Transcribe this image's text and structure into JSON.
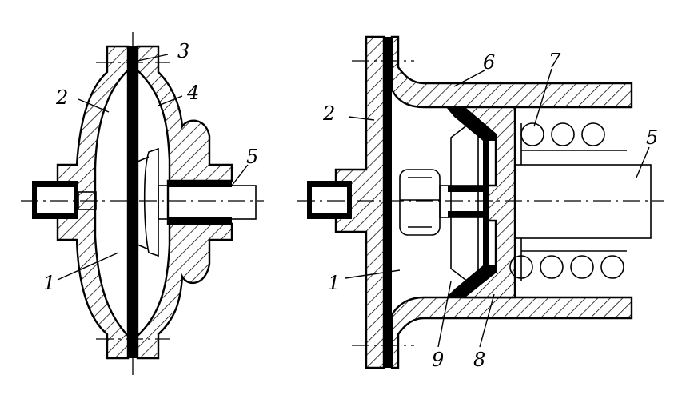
{
  "diagram": {
    "left_view": {
      "labels": [
        "1",
        "2",
        "3",
        "4",
        "5"
      ]
    },
    "right_view": {
      "labels": [
        "1",
        "2",
        "5",
        "6",
        "7",
        "8",
        "9"
      ]
    }
  },
  "colors": {
    "line": "#000000",
    "background": "#ffffff"
  }
}
